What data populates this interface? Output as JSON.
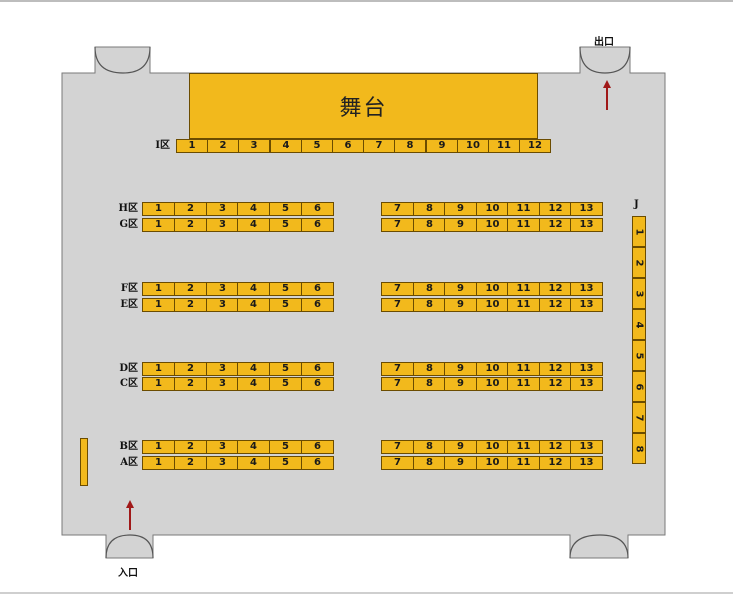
{
  "stage": {
    "label": "舞台"
  },
  "doors": {
    "exit": "出口",
    "entrance": "入口"
  },
  "row_i": {
    "label": "I区",
    "seats": [
      "1",
      "2",
      "3",
      "4",
      "5",
      "6",
      "7",
      "8",
      "9",
      "10",
      "11",
      "12"
    ]
  },
  "left_block_seats": [
    "1",
    "2",
    "3",
    "4",
    "5",
    "6"
  ],
  "right_block_seats": [
    "7",
    "8",
    "9",
    "10",
    "11",
    "12",
    "13"
  ],
  "rows": [
    {
      "id": "H",
      "label": "H区"
    },
    {
      "id": "G",
      "label": "G区"
    },
    {
      "id": "F",
      "label": "F区"
    },
    {
      "id": "E",
      "label": "E区"
    },
    {
      "id": "D",
      "label": "D区"
    },
    {
      "id": "C",
      "label": "C区"
    },
    {
      "id": "B",
      "label": "B区"
    },
    {
      "id": "A",
      "label": "A区"
    }
  ],
  "row_j": {
    "label": "J",
    "seats": [
      "1",
      "2",
      "3",
      "4",
      "5",
      "6",
      "7",
      "8"
    ]
  },
  "colors": {
    "floor": "#d3d3d3",
    "seat": "#f2b91c",
    "seat_border": "#6b4c00",
    "arrow": "#a01818"
  }
}
